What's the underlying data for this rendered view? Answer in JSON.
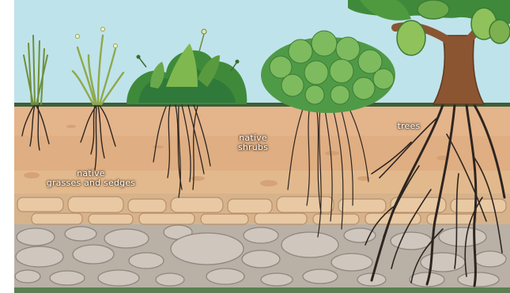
{
  "labels": {
    "grasses_line1": "native",
    "grasses_line2": "grasses and sedges",
    "shrubs_line1": "native",
    "shrubs_line2": "shrubs",
    "trees": "trees"
  },
  "colors": {
    "sky": "#bfe3ea",
    "grass_line": "#3c5e3a",
    "topsoil": "#e4b48b",
    "subsoil": "#d9a57a",
    "clay": "#e2b98d",
    "stone_band": "#c7a583",
    "rock_bed": "#b5ada4",
    "rock": "#cfc6bd",
    "root": "#2d2520",
    "trunk": "#8a5530",
    "leaf_dark": "#2f7a3a",
    "leaf_mid": "#4f9a3f",
    "leaf_light": "#8fc25a",
    "shrub": "#5aa050"
  },
  "icons": [
    "grass-clump-icon",
    "sedge-icon",
    "shrub-icon",
    "bush-icon",
    "tree-icon",
    "root-icon",
    "rock-icon"
  ]
}
